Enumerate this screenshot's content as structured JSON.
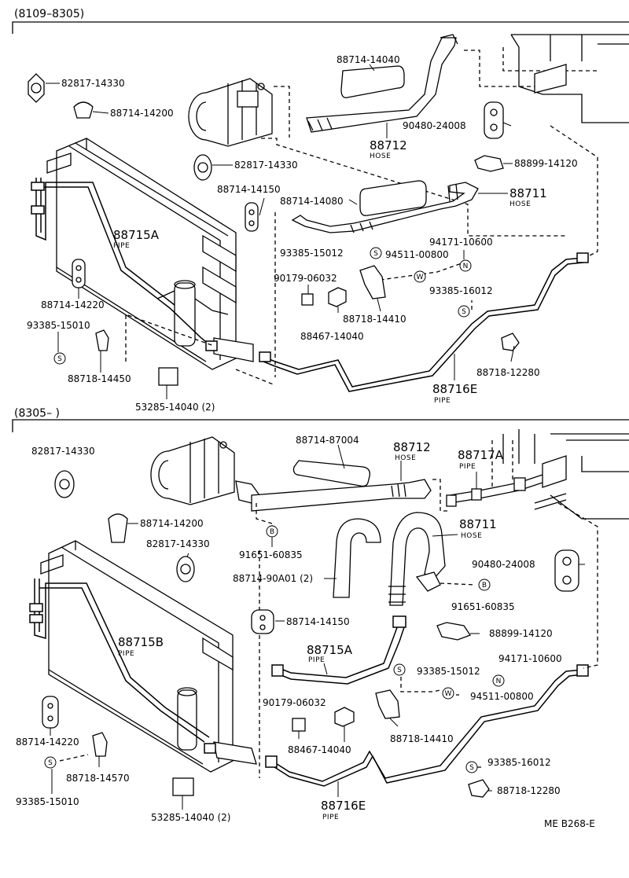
{
  "colors": {
    "ink": "#000000",
    "paper": "#ffffff",
    "light": "#e8e8e8"
  },
  "top": {
    "range": "(8109–8305)",
    "labels": {
      "p82817a": "82817-14330",
      "p88714_200": "88714-14200",
      "p82817b": "82817-14330",
      "p88714_150": "88714-14150",
      "p88714_040": "88714-14040",
      "p88712": "88712",
      "p88712_sub": "HOSE",
      "p90480": "90480-24008",
      "p88899": "88899-14120",
      "p88714_080": "88714-14080",
      "p88711": "88711",
      "p88711_sub": "HOSE",
      "p88715a": "88715A",
      "p88715a_sub": "PIPE",
      "p94171": "94171-10600",
      "p93385_012": "93385-15012",
      "p94511": "94511-00800",
      "p90179": "90179-06032",
      "p93385_16012": "93385-16012",
      "p88714_220": "88714-14220",
      "p88718_410": "88718-14410",
      "p93385_010": "93385-15010",
      "p88467": "88467-14040",
      "p88718_280": "88718-12280",
      "p88718_450": "88718-14450",
      "p88716e": "88716E",
      "p88716e_sub": "PIPE",
      "p53285": "53285-14040 (2)"
    }
  },
  "bottom": {
    "range": "(8305–        )",
    "labels": {
      "p88714_87004": "88714-87004",
      "p88712": "88712",
      "p88712_sub": "HOSE",
      "p88717a": "88717A",
      "p88717a_sub": "PIPE",
      "p82817a": "82817-14330",
      "p88714_200": "88714-14200",
      "p88711": "88711",
      "p88711_sub": "HOSE",
      "p82817b": "82817-14330",
      "p91651a": "91651-60835",
      "p90480": "90480-24008",
      "p88714_90a01": "88714-90A01 (2)",
      "p91651b": "91651-60835",
      "p88714_150": "88714-14150",
      "p88715b": "88715B",
      "p88715b_sub": "PIPE",
      "p88899": "88899-14120",
      "p88715a": "88715A",
      "p88715a_sub": "PIPE",
      "p94171": "94171-10600",
      "p93385_012": "93385-15012",
      "p90179": "90179-06032",
      "p94511": "94511-00800",
      "p88714_220": "88714-14220",
      "p88467": "88467-14040",
      "p88718_410": "88718-14410",
      "p88718_570": "88718-14570",
      "p93385_16012": "93385-16012",
      "p88718_280": "88718-12280",
      "p93385_010": "93385-15010",
      "p53285": "53285-14040 (2)",
      "p88716e": "88716E",
      "p88716e_sub": "PIPE"
    }
  },
  "symbols": {
    "s": "S",
    "n": "N",
    "w": "W",
    "b": "B"
  },
  "footer": {
    "code": "ME  B268-E"
  }
}
